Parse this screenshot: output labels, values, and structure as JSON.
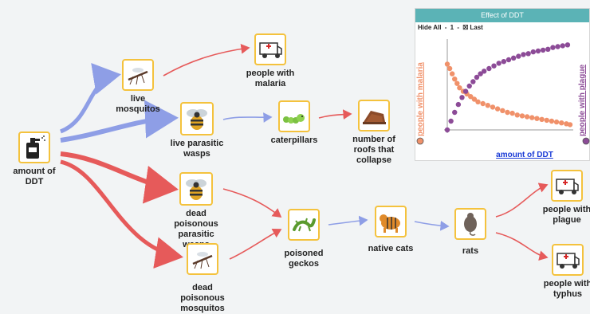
{
  "nodes": {
    "amount_of_ddt": "amount of DDT",
    "live_mosquitos": "live mosquitos",
    "people_with_malaria": "people with malaria",
    "live_parasitic_wasps": "live parasitic wasps",
    "caterpillars": "caterpillars",
    "roofs_collapse": "number of roofs that collapse",
    "dead_poisonous_parasitic_wasps": "dead poisonous parasitic wasps",
    "poisoned_geckos": "poisoned geckos",
    "native_cats": "native cats",
    "rats": "rats",
    "people_with_plague": "people with plague",
    "people_with_typhus": "people with typhus",
    "dead_poisonous_mosquitos": "dead poisonous mosquitos"
  },
  "panel": {
    "title": "Effect of DDT",
    "hide_all": "Hide All",
    "sep1": "-",
    "one": "1",
    "sep2": "-",
    "checkbox": "☒",
    "last": "Last"
  },
  "colors": {
    "increase_arrow": "#8e9ee6",
    "decrease_arrow": "#e65a5a",
    "node_border": "#f4c23d",
    "panel_header": "#5bb3b6",
    "malaria_series": "#f0916a",
    "plague_series": "#8c4b97"
  },
  "chart_data": {
    "type": "scatter",
    "title": "Effect of DDT",
    "xlabel": "amount of DDT",
    "ylabel_left": "people with malaria",
    "ylabel_right": "people with plague",
    "xlim": [
      0,
      1
    ],
    "ylim": [
      0,
      1
    ],
    "series": [
      {
        "name": "people with malaria",
        "color": "#f0916a",
        "x": [
          0.0,
          0.02,
          0.04,
          0.06,
          0.08,
          0.1,
          0.13,
          0.16,
          0.19,
          0.22,
          0.25,
          0.29,
          0.33,
          0.37,
          0.41,
          0.45,
          0.49,
          0.53,
          0.57,
          0.61,
          0.65,
          0.69,
          0.73,
          0.77,
          0.81,
          0.85,
          0.89,
          0.93,
          0.97,
          1.0
        ],
        "values": [
          0.75,
          0.7,
          0.64,
          0.58,
          0.53,
          0.48,
          0.44,
          0.41,
          0.38,
          0.35,
          0.32,
          0.3,
          0.28,
          0.26,
          0.24,
          0.22,
          0.2,
          0.19,
          0.17,
          0.16,
          0.15,
          0.14,
          0.13,
          0.12,
          0.11,
          0.1,
          0.09,
          0.08,
          0.07,
          0.06
        ]
      },
      {
        "name": "people with plague",
        "color": "#8c4b97",
        "x": [
          0.0,
          0.03,
          0.06,
          0.09,
          0.12,
          0.15,
          0.18,
          0.21,
          0.24,
          0.27,
          0.3,
          0.34,
          0.38,
          0.42,
          0.46,
          0.5,
          0.54,
          0.58,
          0.62,
          0.66,
          0.7,
          0.74,
          0.78,
          0.82,
          0.86,
          0.9,
          0.94,
          0.98
        ],
        "values": [
          0.0,
          0.1,
          0.2,
          0.29,
          0.37,
          0.44,
          0.5,
          0.55,
          0.6,
          0.64,
          0.67,
          0.7,
          0.73,
          0.76,
          0.78,
          0.8,
          0.82,
          0.84,
          0.86,
          0.87,
          0.89,
          0.9,
          0.91,
          0.92,
          0.94,
          0.95,
          0.96,
          0.97
        ]
      }
    ]
  }
}
